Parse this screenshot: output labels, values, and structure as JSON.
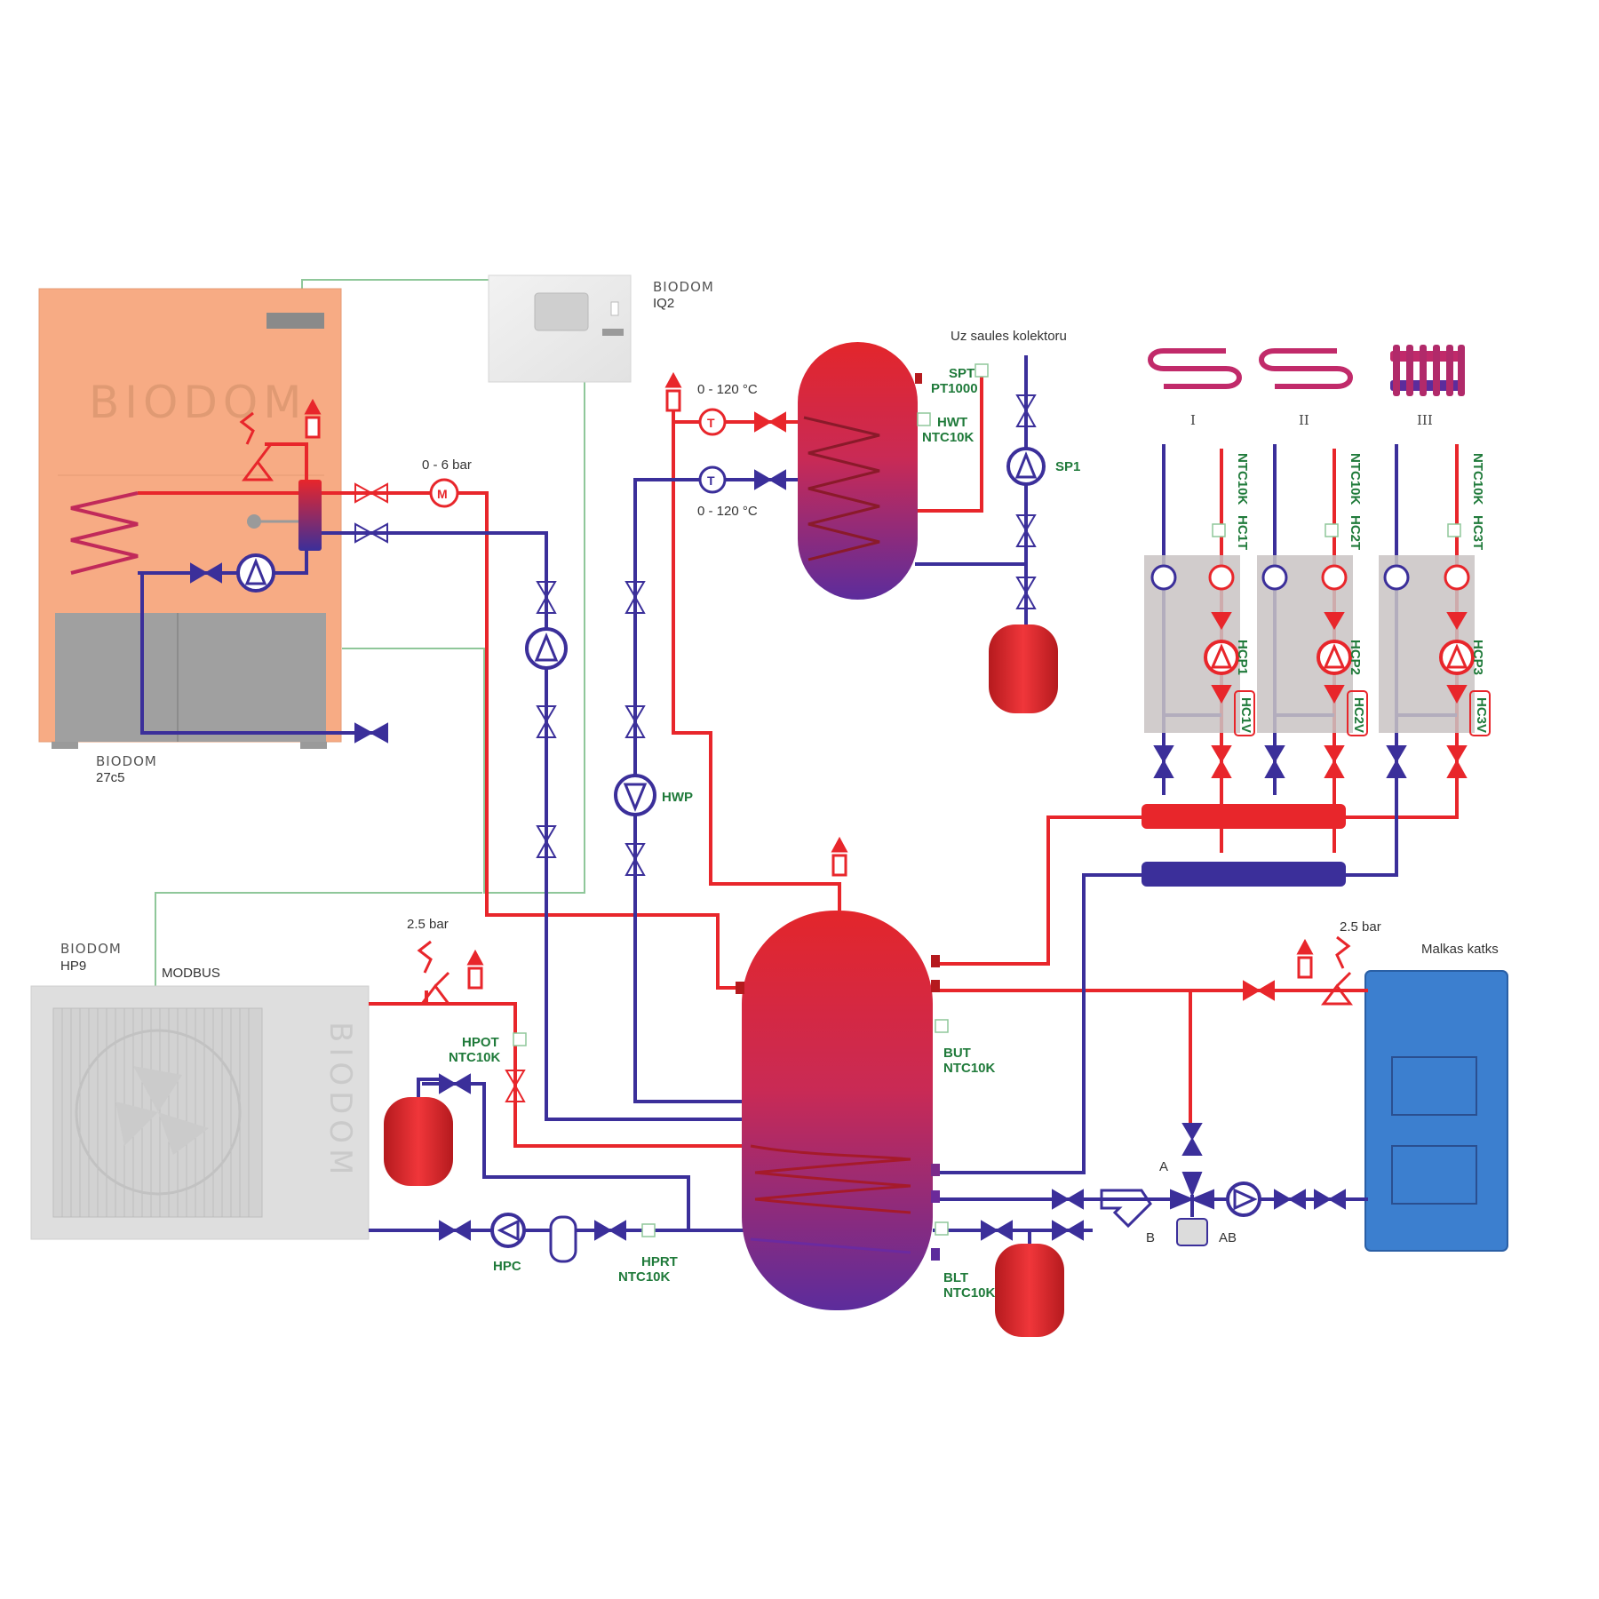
{
  "colors": {
    "hot": "#e8262b",
    "cold": "#3b2f9a",
    "signal": "#8fc79a",
    "boiler_body": "#f7ab84",
    "wood_boiler": "#3c7fcf",
    "sensor_label": "#1f7a3a"
  },
  "devices": {
    "pellet_boiler": {
      "brand": "BIODOM",
      "model": "27c5",
      "logo": "BIODOM"
    },
    "controller": {
      "brand": "BIODOM",
      "model": "IQ2"
    },
    "heat_pump": {
      "brand": "BIODOM",
      "model": "HP9",
      "link": "MODBUS",
      "logo": "BIODOM"
    },
    "wood_boiler": {
      "label": "Malkas katks"
    }
  },
  "labels": {
    "pressure_boiler": "0 - 6 bar",
    "temp_range_top": "0 - 120 °C",
    "temp_range_bottom": "0 - 120 °C",
    "solar": "Uz saules kolektoru",
    "safety_hp": "2.5 bar",
    "safety_wood": "2.5 bar",
    "port_a": "A",
    "port_b": "B",
    "port_ab": "AB"
  },
  "sensors": {
    "spt": "SPT",
    "spt_type": "PT1000",
    "hwt": "HWT",
    "hwt_type": "NTC10K",
    "hpot": "HPOT",
    "hpot_type": "NTC10K",
    "but": "BUT",
    "but_type": "NTC10K",
    "blt": "BLT",
    "blt_type": "NTC10K",
    "hprt": "HPRT",
    "hprt_type": "NTC10K"
  },
  "pumps": {
    "sp1": "SP1",
    "hwp": "HWP",
    "hpc": "HPC"
  },
  "circuits": [
    {
      "roman": "I",
      "sensor_type": "NTC10K",
      "sensor": "HC1T",
      "pump": "HCP1",
      "valve": "HC1V"
    },
    {
      "roman": "II",
      "sensor_type": "NTC10K",
      "sensor": "HC2T",
      "pump": "HCP2",
      "valve": "HC2V"
    },
    {
      "roman": "III",
      "sensor_type": "NTC10K",
      "sensor": "HC3T",
      "pump": "HCP3",
      "valve": "HC3V"
    }
  ],
  "icons": {
    "pump": "circulation-pump-icon",
    "valve": "ball-valve-icon",
    "thermometer": "thermometer-icon",
    "manometer": "manometer-icon",
    "safety": "safety-valve-icon",
    "vent": "air-vent-icon",
    "expansion": "expansion-vessel-icon",
    "floor": "floor-heating-icon",
    "radiator": "radiator-icon",
    "mixing": "three-way-mixing-valve-icon",
    "filter": "strainer-filter-icon"
  }
}
